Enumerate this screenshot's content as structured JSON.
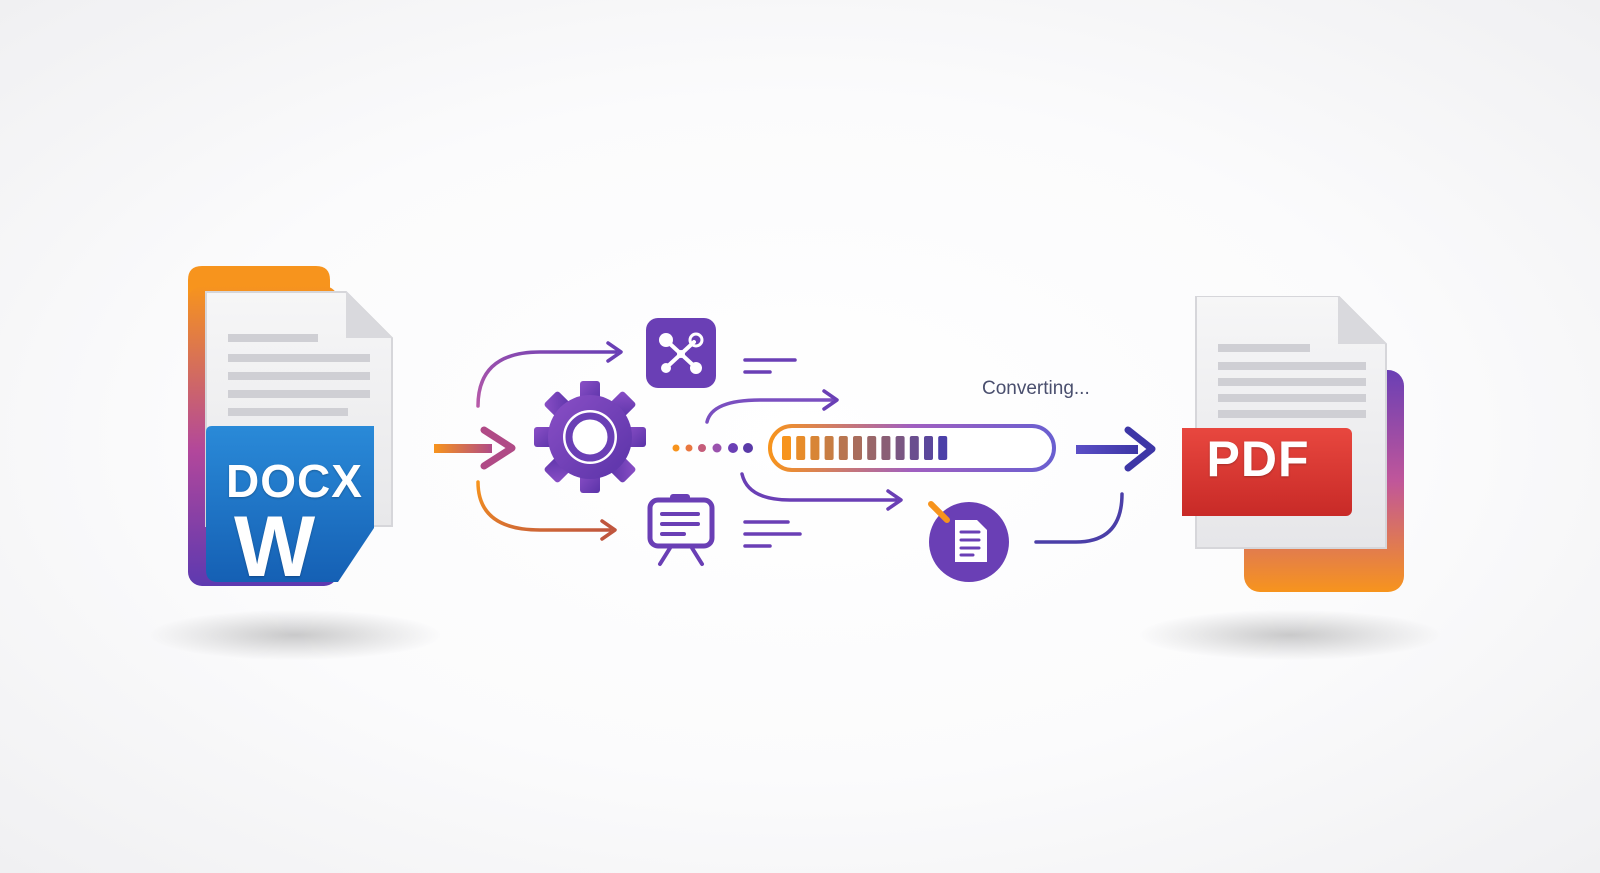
{
  "source_file": {
    "format_label": "DOCX",
    "app_letter": "W"
  },
  "target_file": {
    "format_label": "PDF"
  },
  "status_text": "Converting...",
  "progress": {
    "filled_segments": 12,
    "total_segments": 17
  },
  "icons": [
    "gear-icon",
    "network-icon",
    "presentation-board-icon",
    "document-edit-icon"
  ],
  "colors": {
    "orange": "#f7941d",
    "purple": "#6a3fb5",
    "indigo": "#4b3fa8",
    "docx_blue": "#1f78c8",
    "pdf_red": "#d9322e",
    "progress_end": "#5b52c4"
  }
}
